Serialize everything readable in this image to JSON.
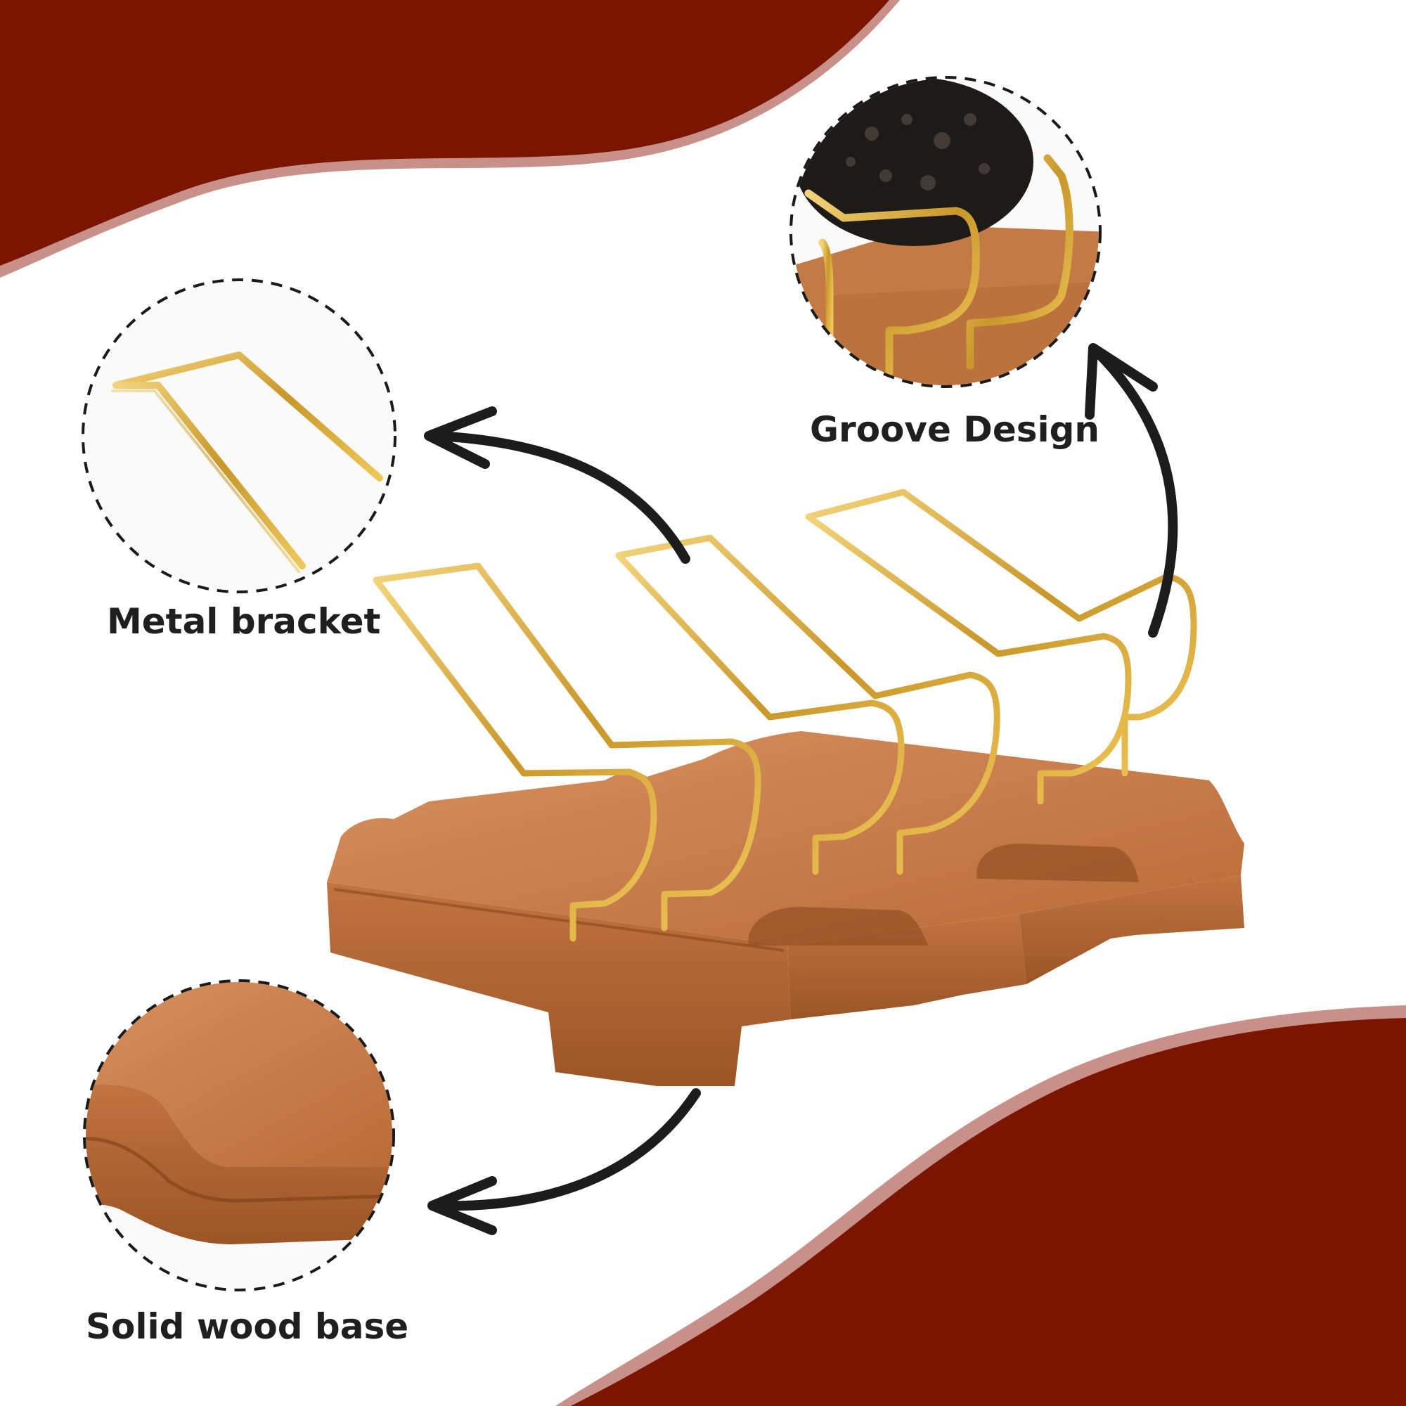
{
  "labels": {
    "metal_bracket": "Metal bracket",
    "groove_design": "Groove Design",
    "solid_wood_base": "Solid wood base"
  },
  "colors": {
    "accent_red": "#7a1500",
    "accent_edge": "#c9908a",
    "wood": "#c47a45",
    "wood_dark": "#9a5527",
    "gold": "#d9a93a",
    "arrow": "#1c1c1c"
  },
  "icons": [
    "curved-arrow-icon"
  ]
}
